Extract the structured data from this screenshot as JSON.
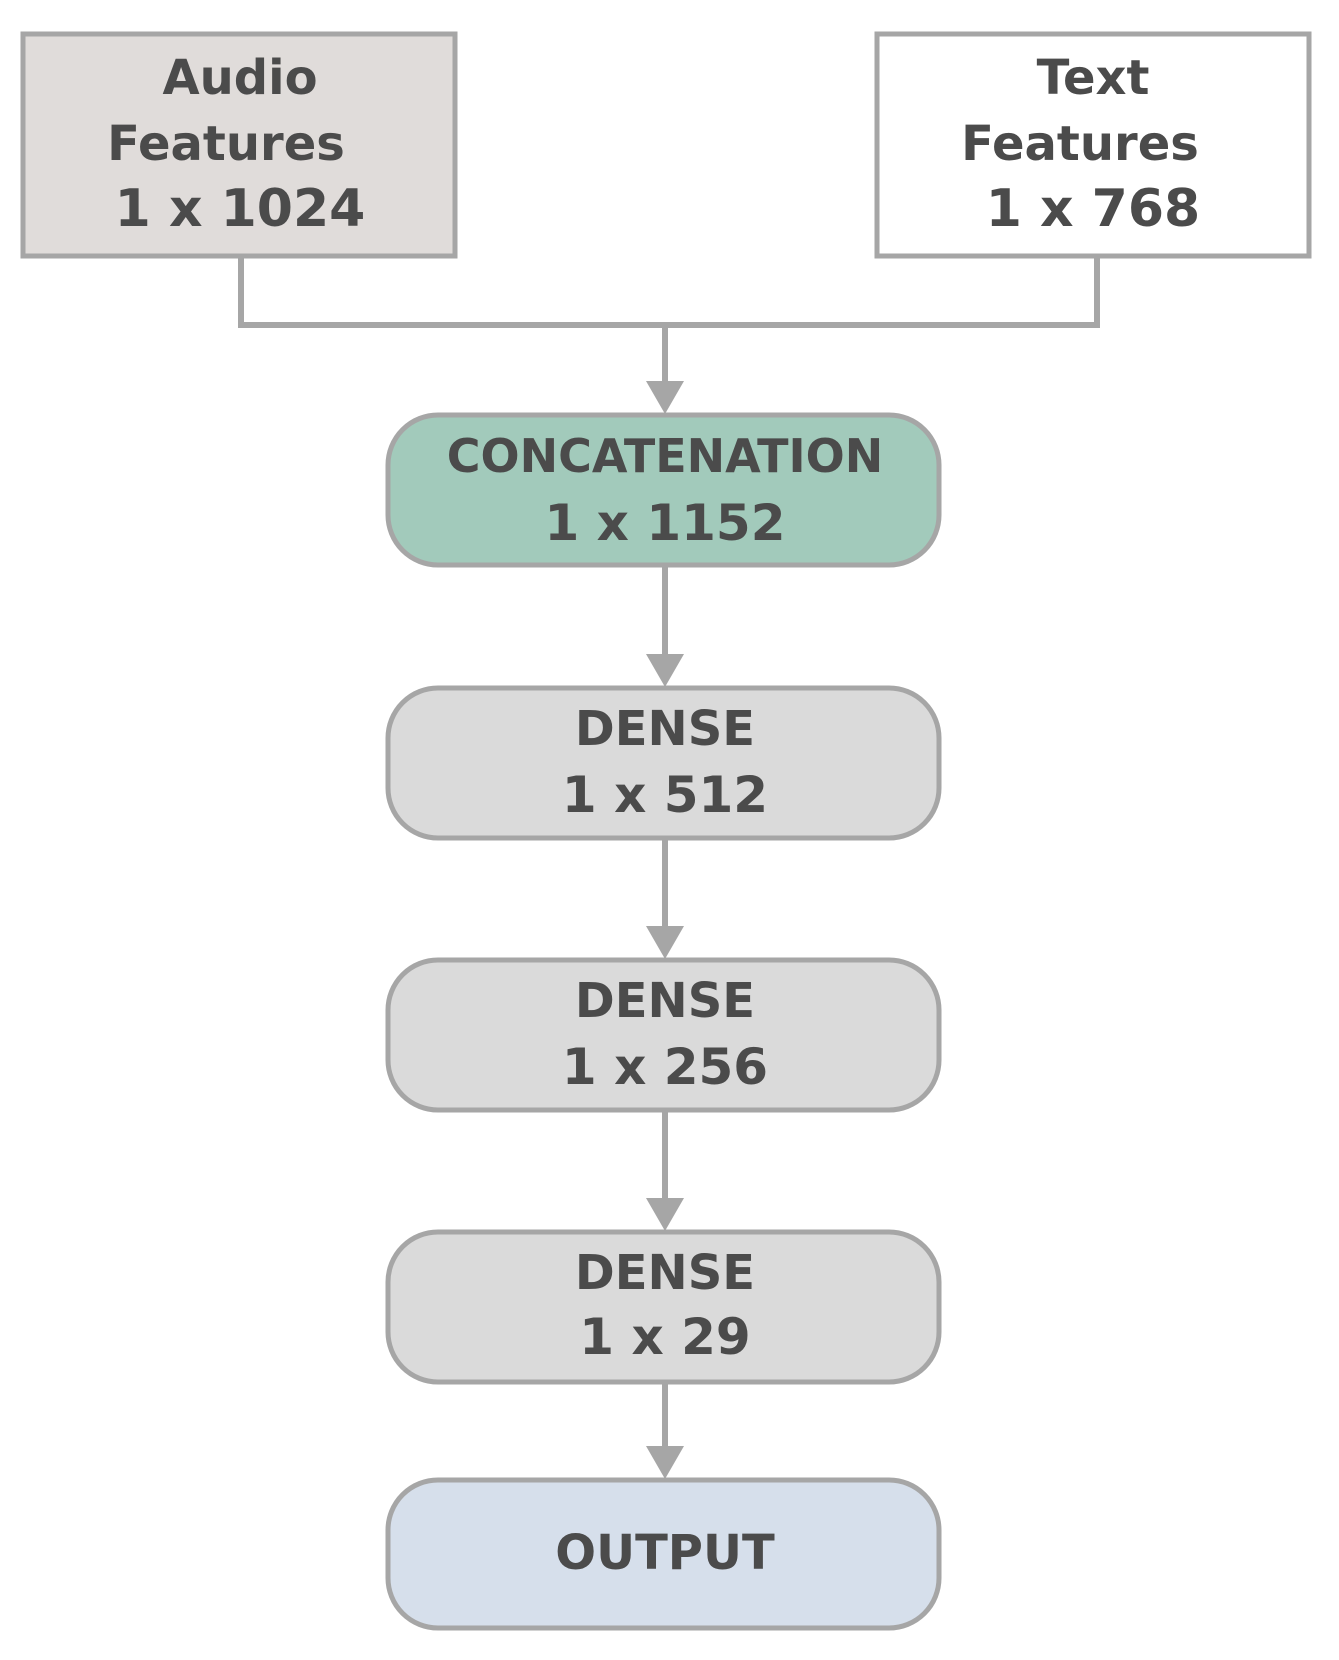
{
  "nodes": {
    "audio": {
      "lines": [
        "Audio",
        "Features",
        "1 x 1024"
      ],
      "fill": "#e0dcda"
    },
    "text": {
      "lines": [
        "Text",
        "Features",
        "1 x 768"
      ],
      "fill": "#ffffff"
    },
    "concat": {
      "lines": [
        "CONCATENATION",
        "1 x 1152"
      ],
      "fill": "#a2cabb"
    },
    "dense1": {
      "lines": [
        "DENSE",
        "1 x 512"
      ],
      "fill": "#dadada"
    },
    "dense2": {
      "lines": [
        "DENSE",
        "1 x 256"
      ],
      "fill": "#dadada"
    },
    "dense3": {
      "lines": [
        "DENSE",
        "1 x 29"
      ],
      "fill": "#dadada"
    },
    "output": {
      "lines": [
        "OUTPUT"
      ],
      "fill": "#d6dfeb"
    }
  },
  "colors": {
    "border": "#a6a6a6",
    "text": "#4b4b4b"
  }
}
